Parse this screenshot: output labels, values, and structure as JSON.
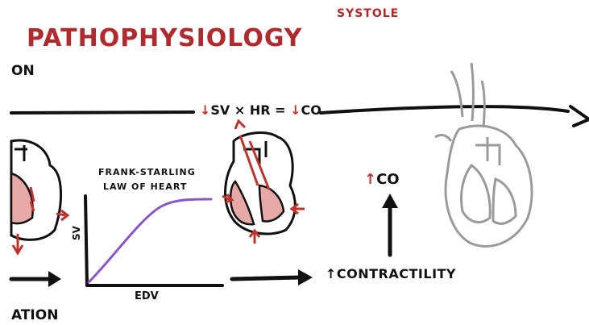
{
  "title": "PATHOPHYSIOLOGY",
  "top_partial": "SYSTOLE",
  "left_partial_top": "ON",
  "left_partial_bottom": "ATION",
  "equation": {
    "sv": "SV",
    "times": " × ",
    "hr": "HR",
    "eq": " = ",
    "co": "CO",
    "down_arrow": "↓"
  },
  "frank_starling": {
    "line1": "FRANK-STARLING",
    "line2": "LAW OF HEART",
    "y_axis": "SV",
    "x_axis": "EDV"
  },
  "co_increase": {
    "arrow": "↑",
    "label": "CO"
  },
  "contractility": "↑CONTRACTILITY",
  "colors": {
    "red": "#b02a2e",
    "purple": "#8a55c8",
    "ink": "#111111",
    "grey": "#9a9a9a"
  }
}
